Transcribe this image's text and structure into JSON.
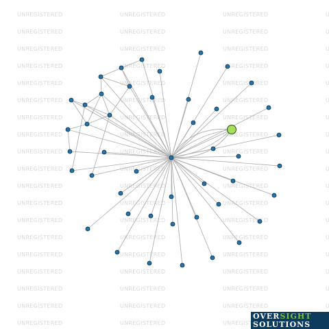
{
  "watermark": {
    "text": "UNREGISTERED"
  },
  "brand": {
    "logo_word1_part1": "OVER",
    "logo_word1_part2": "SIGHT",
    "logo_word2": "SOLUTIONS"
  },
  "graph": {
    "type": "network",
    "layout": "star",
    "hub": {
      "label": ""
    },
    "focus_node": {
      "label": "",
      "color": "#a6df59"
    },
    "node_color": "#1f74ad",
    "edge_color": "#a8a8a8"
  }
}
